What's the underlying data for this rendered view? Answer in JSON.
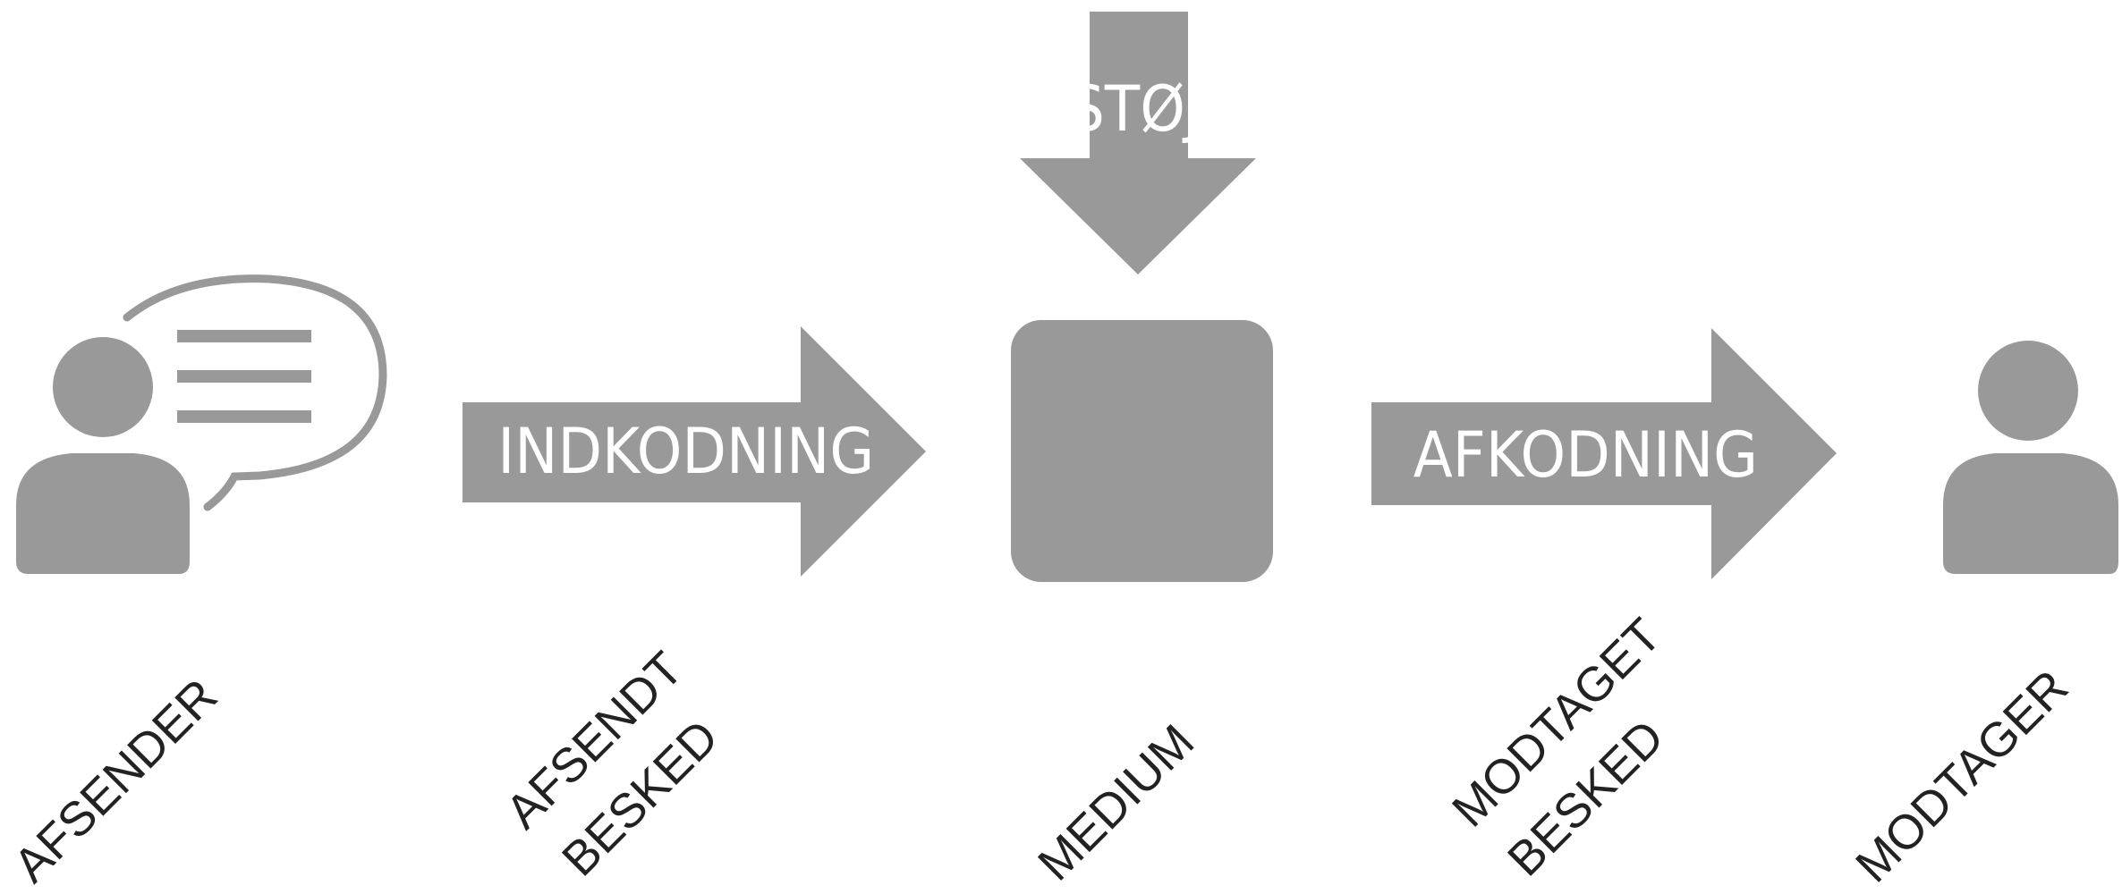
{
  "colors": {
    "shape": "#999999",
    "arrow_text": "#ffffff",
    "label_text": "#222222",
    "background": "#ffffff"
  },
  "arrows": {
    "noise": {
      "text": "STØJ"
    },
    "encoding": {
      "text": "INDKODNING"
    },
    "decoding": {
      "text": "AFKODNING"
    }
  },
  "labels": {
    "sender": "AFSENDER",
    "sent_message_line1": "AFSENDT",
    "sent_message_line2": "BESKED",
    "medium": "MEDIUM",
    "received_message_line1": "MODTAGET",
    "received_message_line2": "BESKED",
    "receiver": "MODTAGER"
  },
  "icons": {
    "sender": "person-with-speech-bubble-icon",
    "medium": "rounded-square",
    "receiver": "person-icon"
  }
}
